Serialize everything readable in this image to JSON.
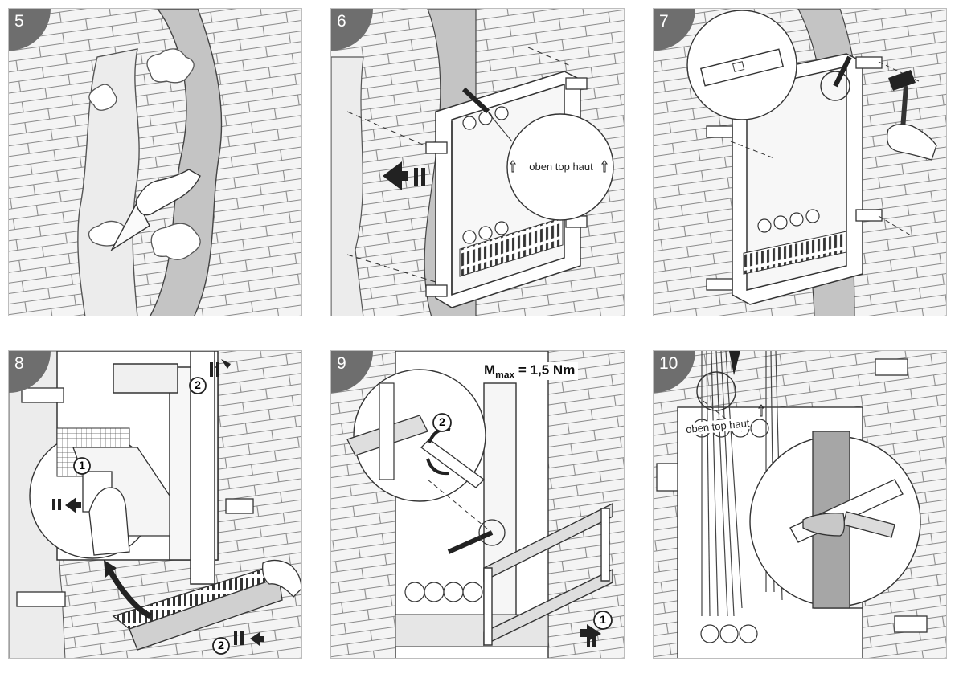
{
  "steps": [
    {
      "number": "5"
    },
    {
      "number": "6",
      "orientation_label": "oben top haut"
    },
    {
      "number": "7"
    },
    {
      "number": "8",
      "callouts": [
        "1",
        "2",
        "2"
      ]
    },
    {
      "number": "9",
      "torque_label_main": "M",
      "torque_label_sub": "max",
      "torque_label_value": " = 1,5 Nm",
      "callouts": [
        "2",
        "1"
      ]
    },
    {
      "number": "10",
      "orientation_label": "oben top haut"
    }
  ],
  "colors": {
    "line": "#3c3c3c",
    "brick_fill": "#f2f2f2",
    "mortar": "#cfcfcf",
    "badge": "#6e6e6e",
    "chase": "#bdbdbd"
  }
}
